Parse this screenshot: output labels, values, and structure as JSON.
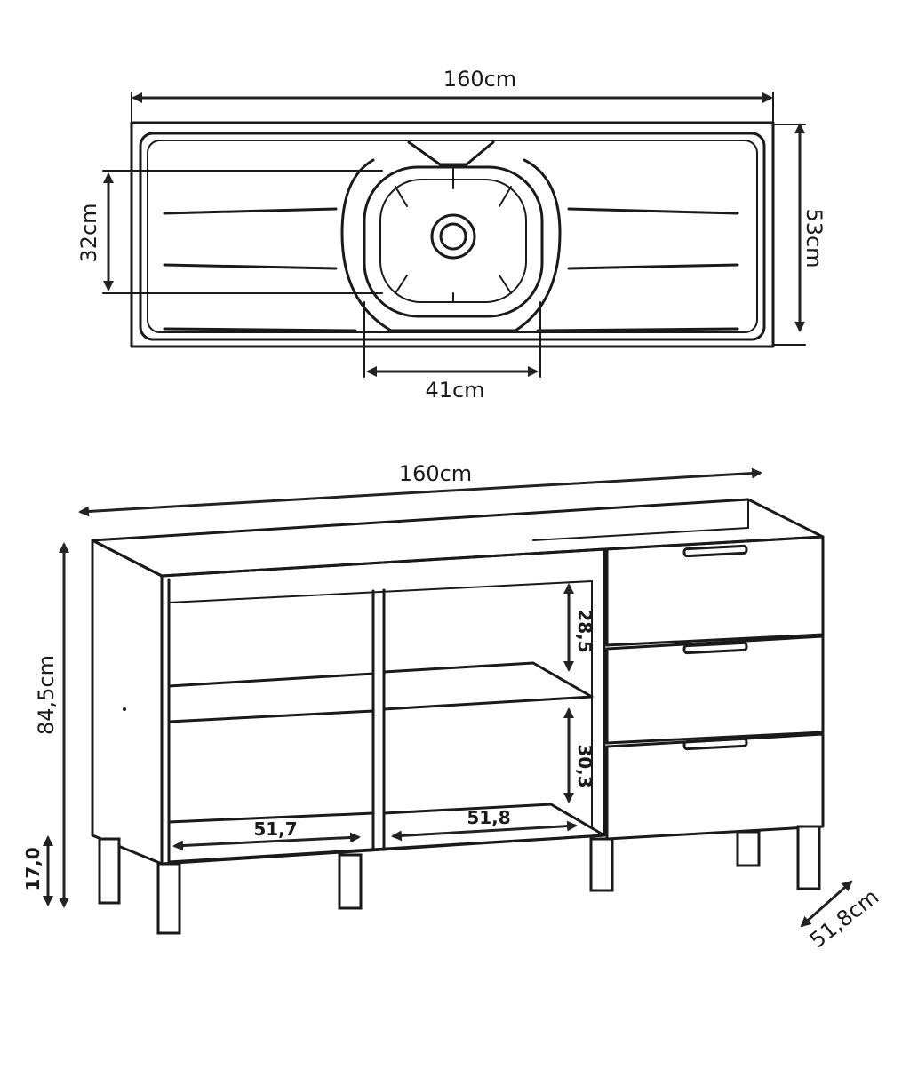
{
  "sink_top_view": {
    "width_label": "160cm",
    "depth_label": "53cm",
    "bowl_depth_label": "32cm",
    "bowl_width_label": "41cm"
  },
  "cabinet_front_view": {
    "width_label": "160cm",
    "height_label": "84,5cm",
    "leg_height_label": "17,0",
    "depth_label": "51,8cm",
    "left_bay_width_label": "51,7",
    "right_bay_width_label": "51,8",
    "upper_shelf_height_label": "28,5",
    "lower_shelf_height_label": "30,3"
  }
}
